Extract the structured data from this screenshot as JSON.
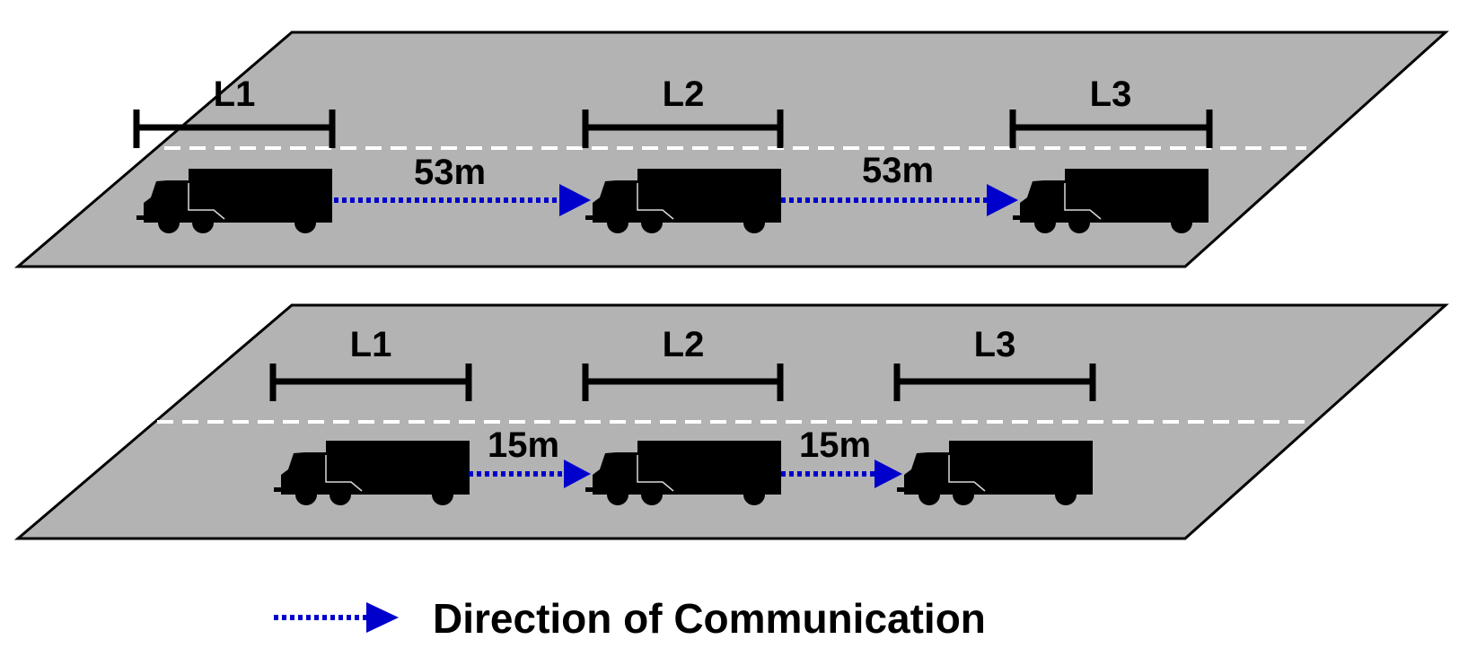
{
  "colors": {
    "road": "#b3b3b3",
    "road_edge": "#000000",
    "lane_marking": "#ffffff",
    "truck": "#000000",
    "truck_detail": "#d9d9d9",
    "communication_arrow": "#0000cc"
  },
  "scenarios": [
    {
      "labels": [
        "L1",
        "L2",
        "L3"
      ],
      "gaps": [
        "53m",
        "53m"
      ]
    },
    {
      "labels": [
        "L1",
        "L2",
        "L3"
      ],
      "gaps": [
        "15m",
        "15m"
      ]
    }
  ],
  "legend": {
    "text": "Direction of Communication",
    "icon": "dotted-arrow-icon"
  }
}
